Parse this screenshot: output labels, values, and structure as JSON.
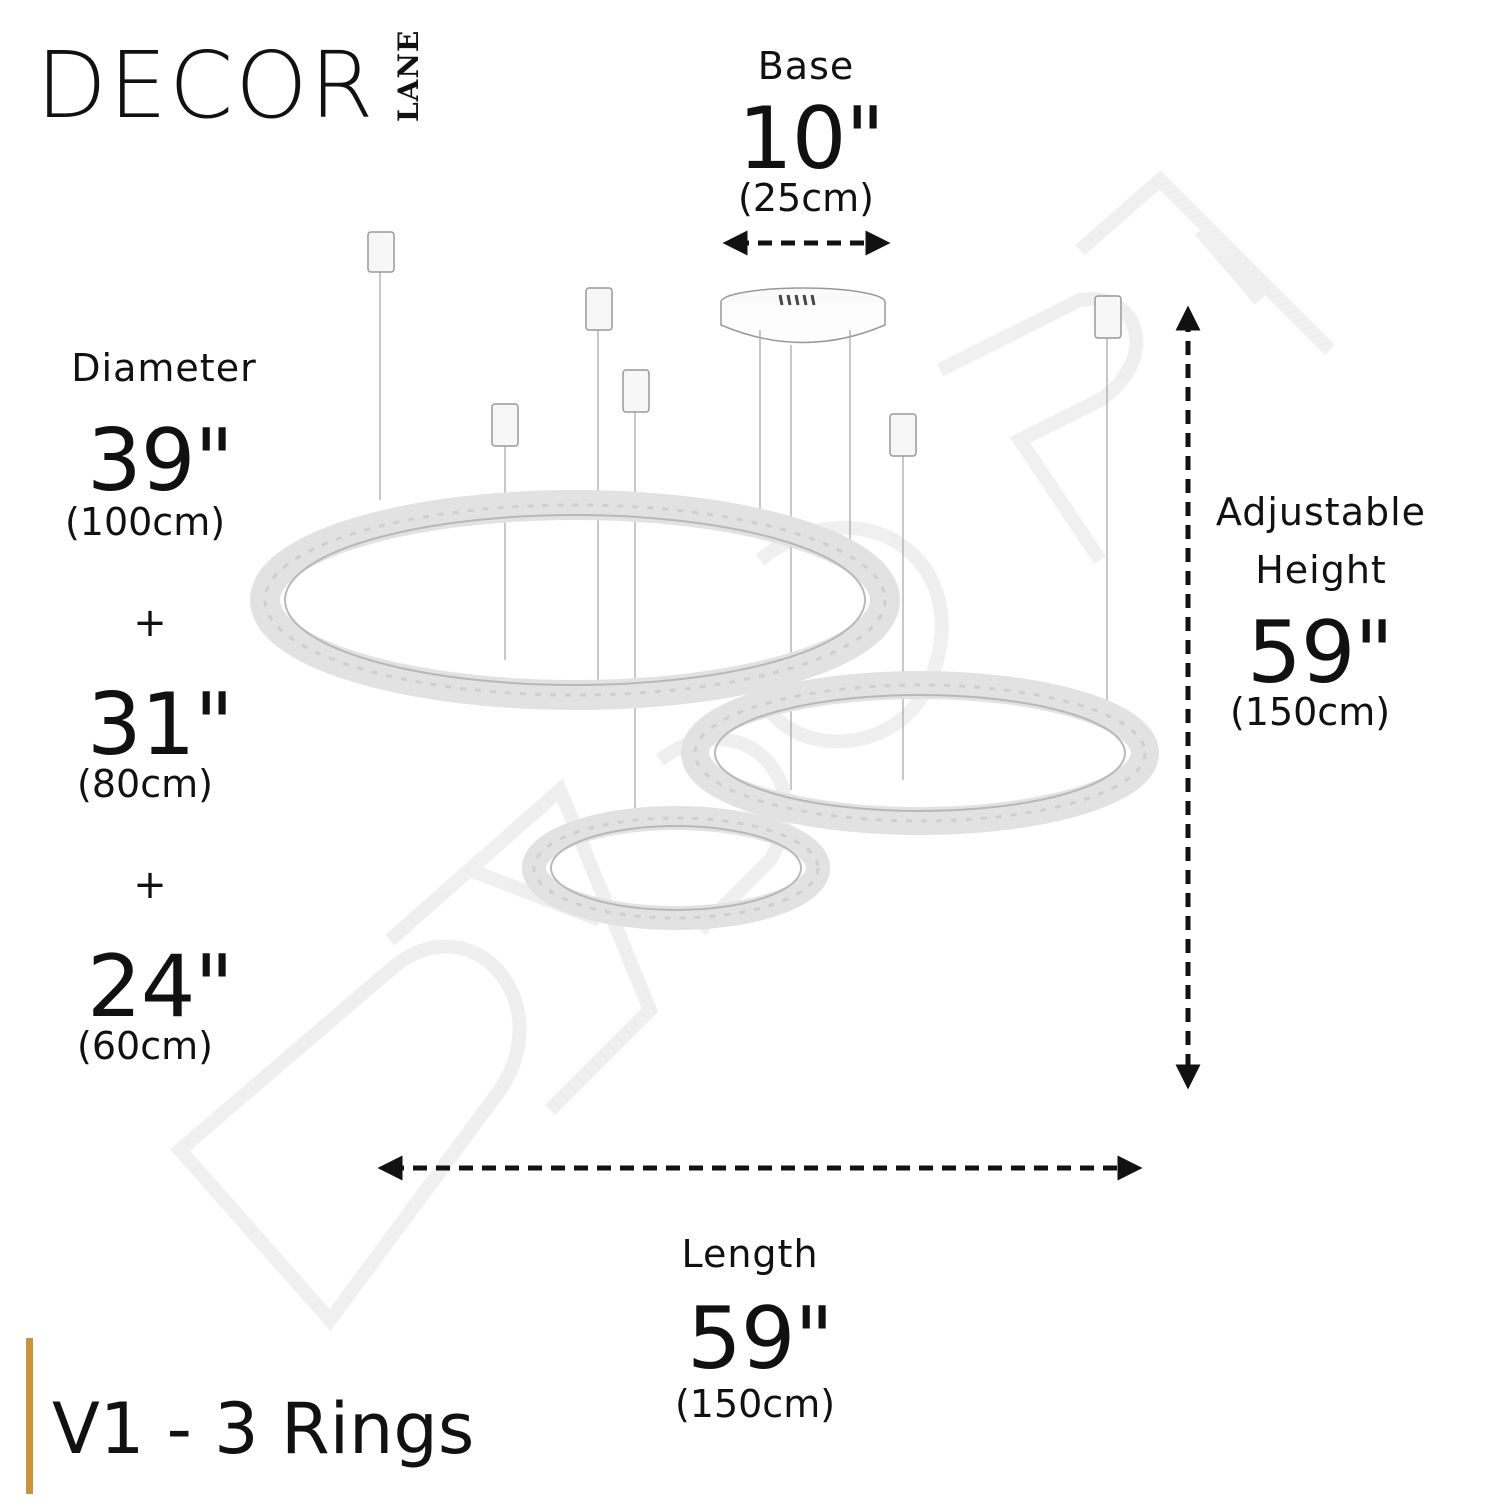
{
  "brand": {
    "name": "DECOR",
    "sub": "LANE"
  },
  "base": {
    "label": "Base",
    "value": "10\"",
    "metric": "(25cm)"
  },
  "diameter": {
    "label": "Diameter",
    "sizes": [
      {
        "value": "39\"",
        "metric": "(100cm)"
      },
      {
        "value": "31\"",
        "metric": "(80cm)"
      },
      {
        "value": "24\"",
        "metric": "(60cm)"
      }
    ],
    "plus": "+"
  },
  "height": {
    "label_line1": "Adjustable",
    "label_line2": "Height",
    "value": "59\"",
    "metric": "(150cm)"
  },
  "length": {
    "label": "Length",
    "value": "59\"",
    "metric": "(150cm)"
  },
  "variant": {
    "label": "V1 - 3 Rings",
    "accent_color": "#c9953c"
  }
}
